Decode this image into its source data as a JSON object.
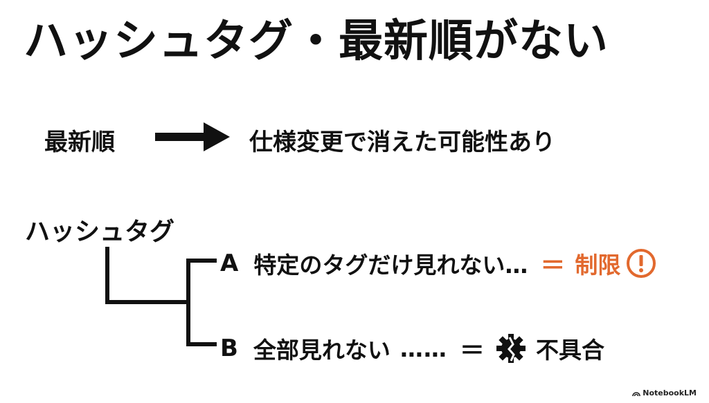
{
  "title": "ハッシュタグ・最新順がない",
  "row1": {
    "left": "最新順",
    "right": "仕様変更で消えた可能性あり"
  },
  "tree": {
    "root": "ハッシュタグ",
    "branch_a": {
      "letter": "A",
      "text": "特定のタグだけ見れない…",
      "equals": "＝",
      "result": "制限",
      "icon": "exclamation-circle-icon",
      "result_color": "#E2692E"
    },
    "branch_b": {
      "letter": "B",
      "text": "全部見れない",
      "dots": "……",
      "equals": "＝",
      "result": "不具合",
      "icon": "broken-gear-icon"
    }
  },
  "badge": {
    "label": "NotebookLM"
  }
}
